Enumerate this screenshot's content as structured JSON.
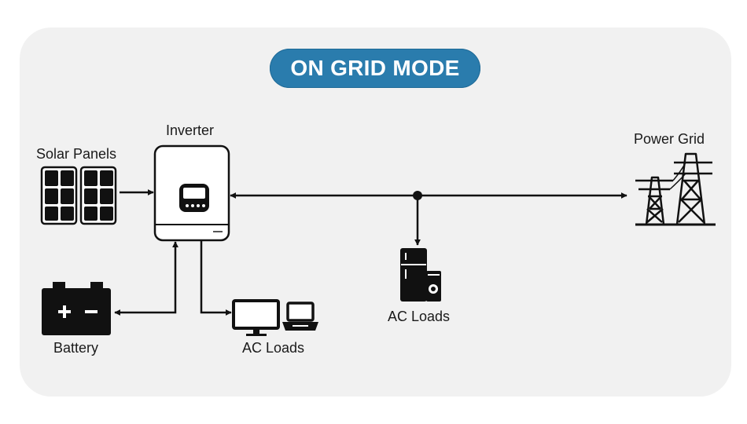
{
  "mode_title": "ON GRID MODE",
  "labels": {
    "solar_panels": "Solar Panels",
    "inverter": "Inverter",
    "power_grid": "Power Grid",
    "battery": "Battery",
    "ac_loads_left": "AC Loads",
    "ac_loads_right": "AC Loads"
  },
  "icons": {
    "solar": "solar-panel-icon",
    "inverter": "inverter-icon",
    "grid": "transmission-tower-icon",
    "battery": "battery-icon",
    "monitor": "monitor-icon",
    "laptop": "laptop-icon",
    "appliances": "fridge-washer-icon"
  },
  "colors": {
    "accent": "#2a7cad",
    "background": "#f1f1f1",
    "ink": "#1a1a1a"
  }
}
